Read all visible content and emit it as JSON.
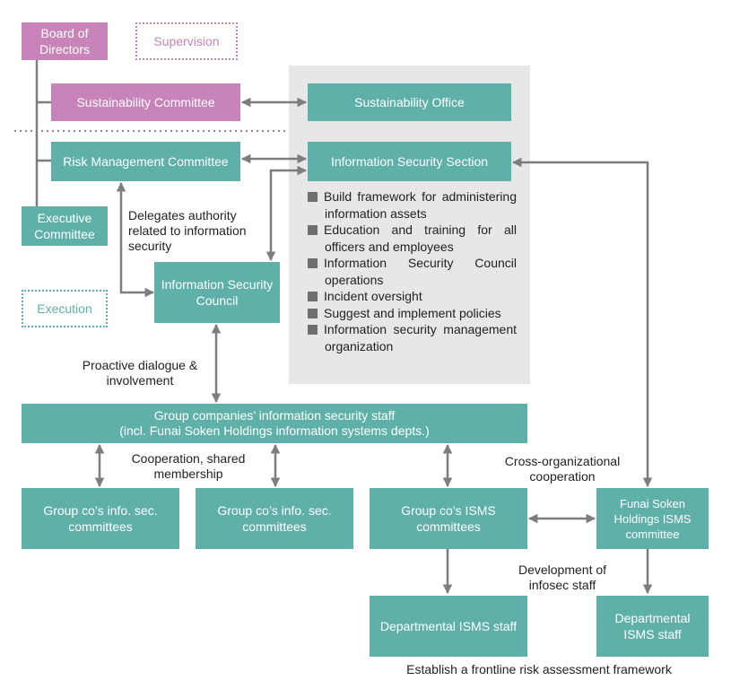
{
  "colors": {
    "teal": "#5fb0a9",
    "pink": "#c884b9",
    "panel": "#e7e7e8",
    "line": "#7c7d80",
    "dots": "#8a8b8d",
    "bullet": "#6d6e70"
  },
  "legend": {
    "supervision": "Supervision",
    "execution": "Execution"
  },
  "nodes": {
    "board": "Board of Directors",
    "sustainability_committee": "Sustainability Committee",
    "sustainability_office": "Sustainability Office",
    "risk_committee": "Risk Management Committee",
    "infosec_section": "Information Security Section",
    "executive_committee": "Executive Committee",
    "infosec_council": "Information Security Council",
    "group_staff_line1": "Group companies’ information security staff",
    "group_staff_line2": "(incl. Funai Soken Holdings information systems depts.)",
    "group_committees_1": "Group co’s info. sec. committees",
    "group_committees_2": "Group co’s info. sec. committees",
    "group_isms": "Group co’s ISMS committees",
    "funai_isms": "Funai Soken Holdings ISMS committee",
    "dept_isms_1": "Departmental ISMS staff",
    "dept_isms_2": "Departmental ISMS staff"
  },
  "section_tasks": [
    "Build framework for administering information assets",
    "Education and training for all officers and employees",
    "Information Security Council operations",
    "Incident oversight",
    "Suggest and implement policies",
    "Information security management organization"
  ],
  "labels": {
    "delegates": "Delegates authority related to information security",
    "proactive": "Proactive dialogue & involvement",
    "cooperation": "Cooperation, shared membership",
    "cross_org": "Cross-organizational cooperation",
    "development": "Development of infosec staff",
    "frontline": "Establish a frontline risk assessment framework"
  }
}
